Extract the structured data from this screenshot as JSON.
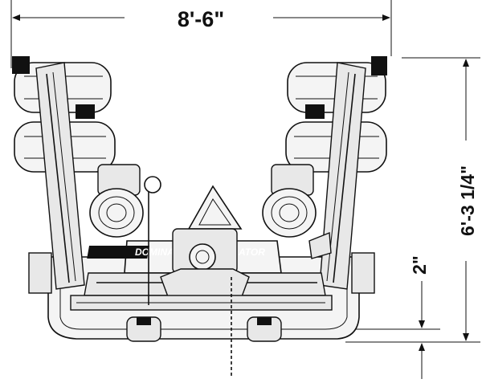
{
  "dimensions": {
    "overall_width": "8'-6\"",
    "overall_height": "6'-3 1/4\"",
    "ground_clearance": "2\""
  },
  "machine": {
    "decal_text": "DOMINATOR",
    "decal_text_right": "ATOR"
  },
  "colors": {
    "ink": "#111111",
    "background": "#ffffff"
  }
}
